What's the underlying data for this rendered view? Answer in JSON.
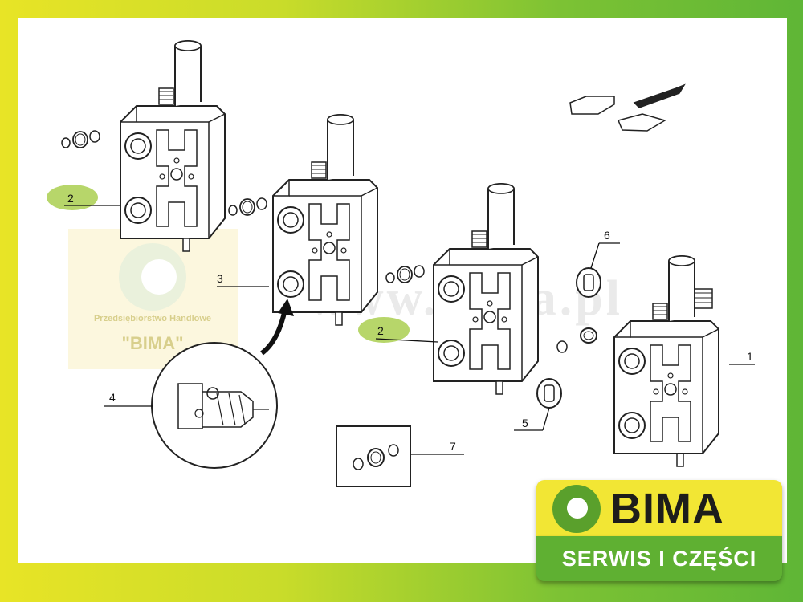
{
  "watermark": {
    "url": "www.bima.pl",
    "company_line": "Przedsiębiorstwo Handlowe",
    "company_name": "\"BIMA\""
  },
  "callouts": {
    "c1": "1",
    "c2a": "2",
    "c2b": "2",
    "c3": "3",
    "c4": "4",
    "c5": "5",
    "c6": "6",
    "c7": "7"
  },
  "logo": {
    "name": "BIMA",
    "tagline": "SERWIS I CZĘŚCI"
  },
  "colors": {
    "frame_left": "#e8e426",
    "frame_right": "#5fb636",
    "highlight": "#b7d66a",
    "logo_yellow": "#f2e634",
    "logo_green": "#5fb032"
  }
}
